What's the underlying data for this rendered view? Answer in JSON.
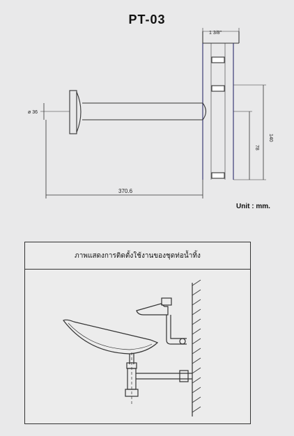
{
  "page": {
    "title": "PT-03",
    "unit_label": "Unit : mm."
  },
  "drawing": {
    "dim_top": "1 3/8\"",
    "dim_left": "ø 36",
    "dim_length": "370.6",
    "dim_height_outer": "140",
    "dim_height_inner": "78"
  },
  "install": {
    "caption": "ภาพแสดงการติดตั้งใช้งานของชุดท่อน้ำทิ้ง"
  }
}
